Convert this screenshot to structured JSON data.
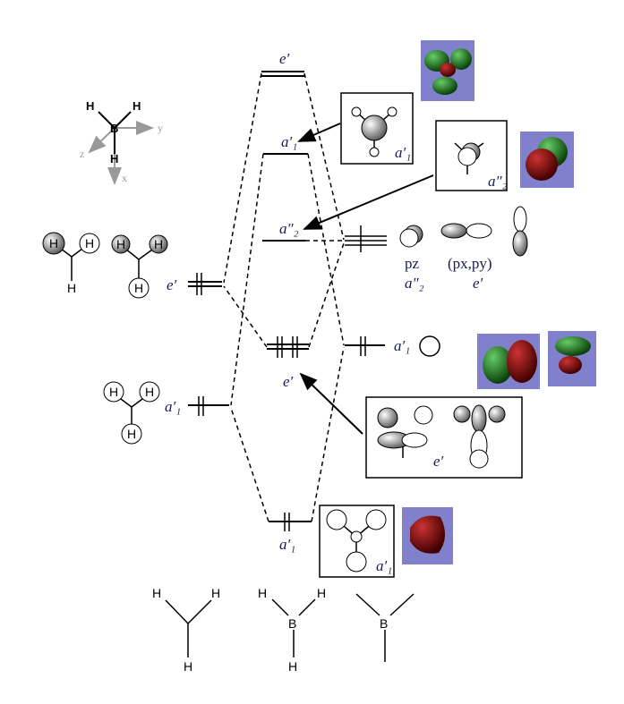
{
  "mo_levels": {
    "e_top": "e′",
    "a1_antibonding": "a′₁",
    "a2": "a″₂",
    "e_bonding": "e′",
    "a1_bonding": "a′₁"
  },
  "ligand_levels": {
    "e": "e′",
    "a1": "a′₁"
  },
  "boron_levels": {
    "pz": "pz",
    "pz_sym": "a″₂",
    "pxpy": "(px,py)",
    "pxpy_sym": "e′",
    "s_sym": "a′₁"
  },
  "boxes": {
    "a1_antibonding": "a′₁",
    "a2": "a″₂",
    "e_bonding": "e′",
    "a1_bonding": "a′₁"
  },
  "axes": {
    "x": "x",
    "y": "y",
    "z": "z"
  },
  "atoms": {
    "H": "H",
    "B": "B"
  },
  "colors": {
    "orbital_positive": "#1e7a1e",
    "orbital_negative": "#8a0c0c",
    "render_background": "#8080cc"
  }
}
